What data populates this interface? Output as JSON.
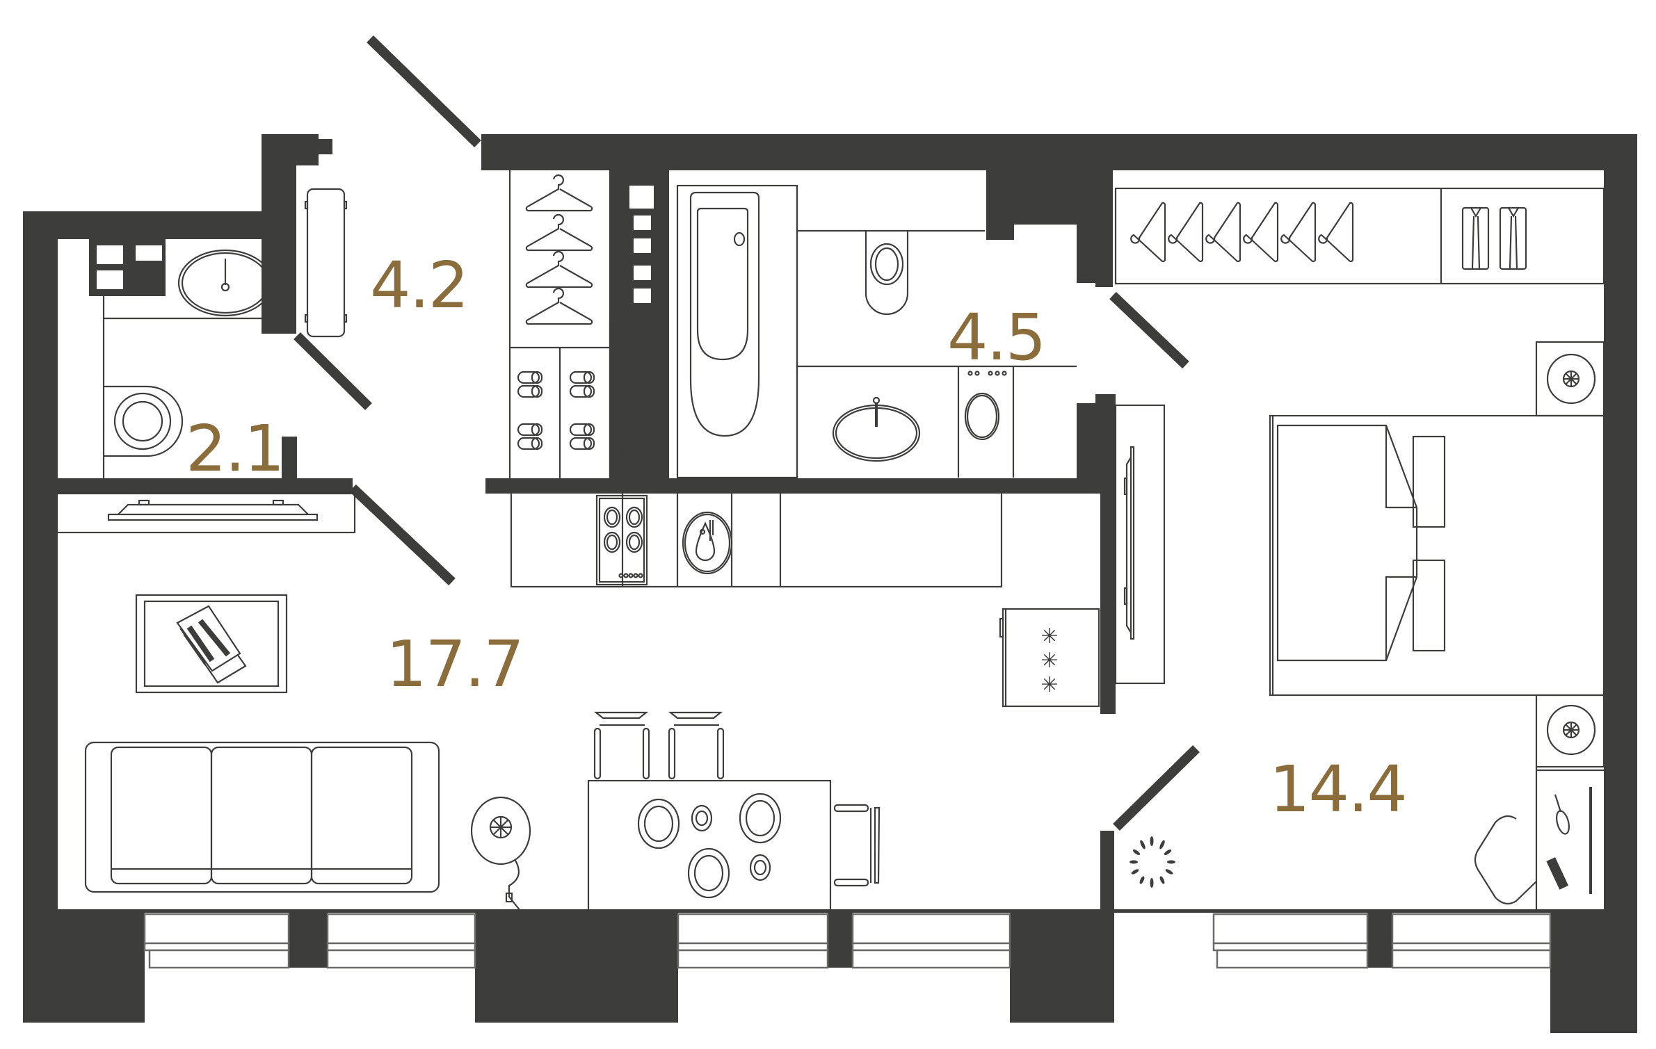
{
  "plan": {
    "type": "apartment floor plan",
    "colors": {
      "wall": "#3d3d3b",
      "label": "#8a6d3b",
      "background": "#ffffff"
    },
    "rooms": [
      {
        "id": "hall",
        "area": "4.2"
      },
      {
        "id": "wc",
        "area": "2.1"
      },
      {
        "id": "bathroom",
        "area": "4.5"
      },
      {
        "id": "living-kitchen",
        "area": "17.7"
      },
      {
        "id": "bedroom",
        "area": "14.4"
      }
    ]
  }
}
